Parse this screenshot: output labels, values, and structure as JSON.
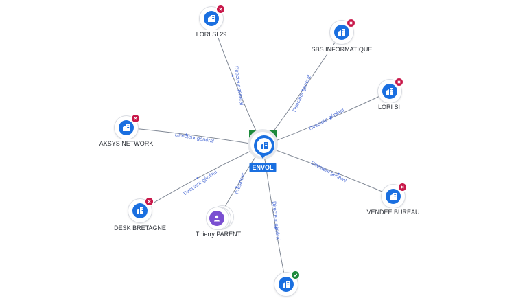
{
  "center": {
    "name": "ENVOL",
    "status": "active",
    "icon": "building-icon"
  },
  "companies": [
    {
      "id": "lori-si-29",
      "name": "LORI SI 29",
      "status": "closed",
      "relation": "Directeur général"
    },
    {
      "id": "sbs-informatique",
      "name": "SBS INFORMATIQUE",
      "status": "closed",
      "relation": "Directeur général"
    },
    {
      "id": "lori-si",
      "name": "LORI SI",
      "status": "closed",
      "relation": "Directeur général"
    },
    {
      "id": "aksys-network",
      "name": "AKSYS NETWORK",
      "status": "closed",
      "relation": "Directeur général"
    },
    {
      "id": "vendee-bureau",
      "name": "VENDEE BUREAU",
      "status": "closed",
      "relation": "Directeur général"
    },
    {
      "id": "desk-bretagne",
      "name": "DESK BRETAGNE",
      "status": "closed",
      "relation": "Directeur général"
    },
    {
      "id": "bottom-company",
      "name": "",
      "status": "active",
      "relation": "Directeur général"
    }
  ],
  "person": {
    "name": "Thierry PARENT",
    "relation": "Président",
    "icon": "person-icon"
  },
  "colors": {
    "company": "#1a6fe0",
    "person": "#7a4fd1",
    "closed": "#c8184a",
    "active": "#1e8a3c",
    "edge": "#7f8794",
    "edge_label": "#4f6fd6"
  }
}
